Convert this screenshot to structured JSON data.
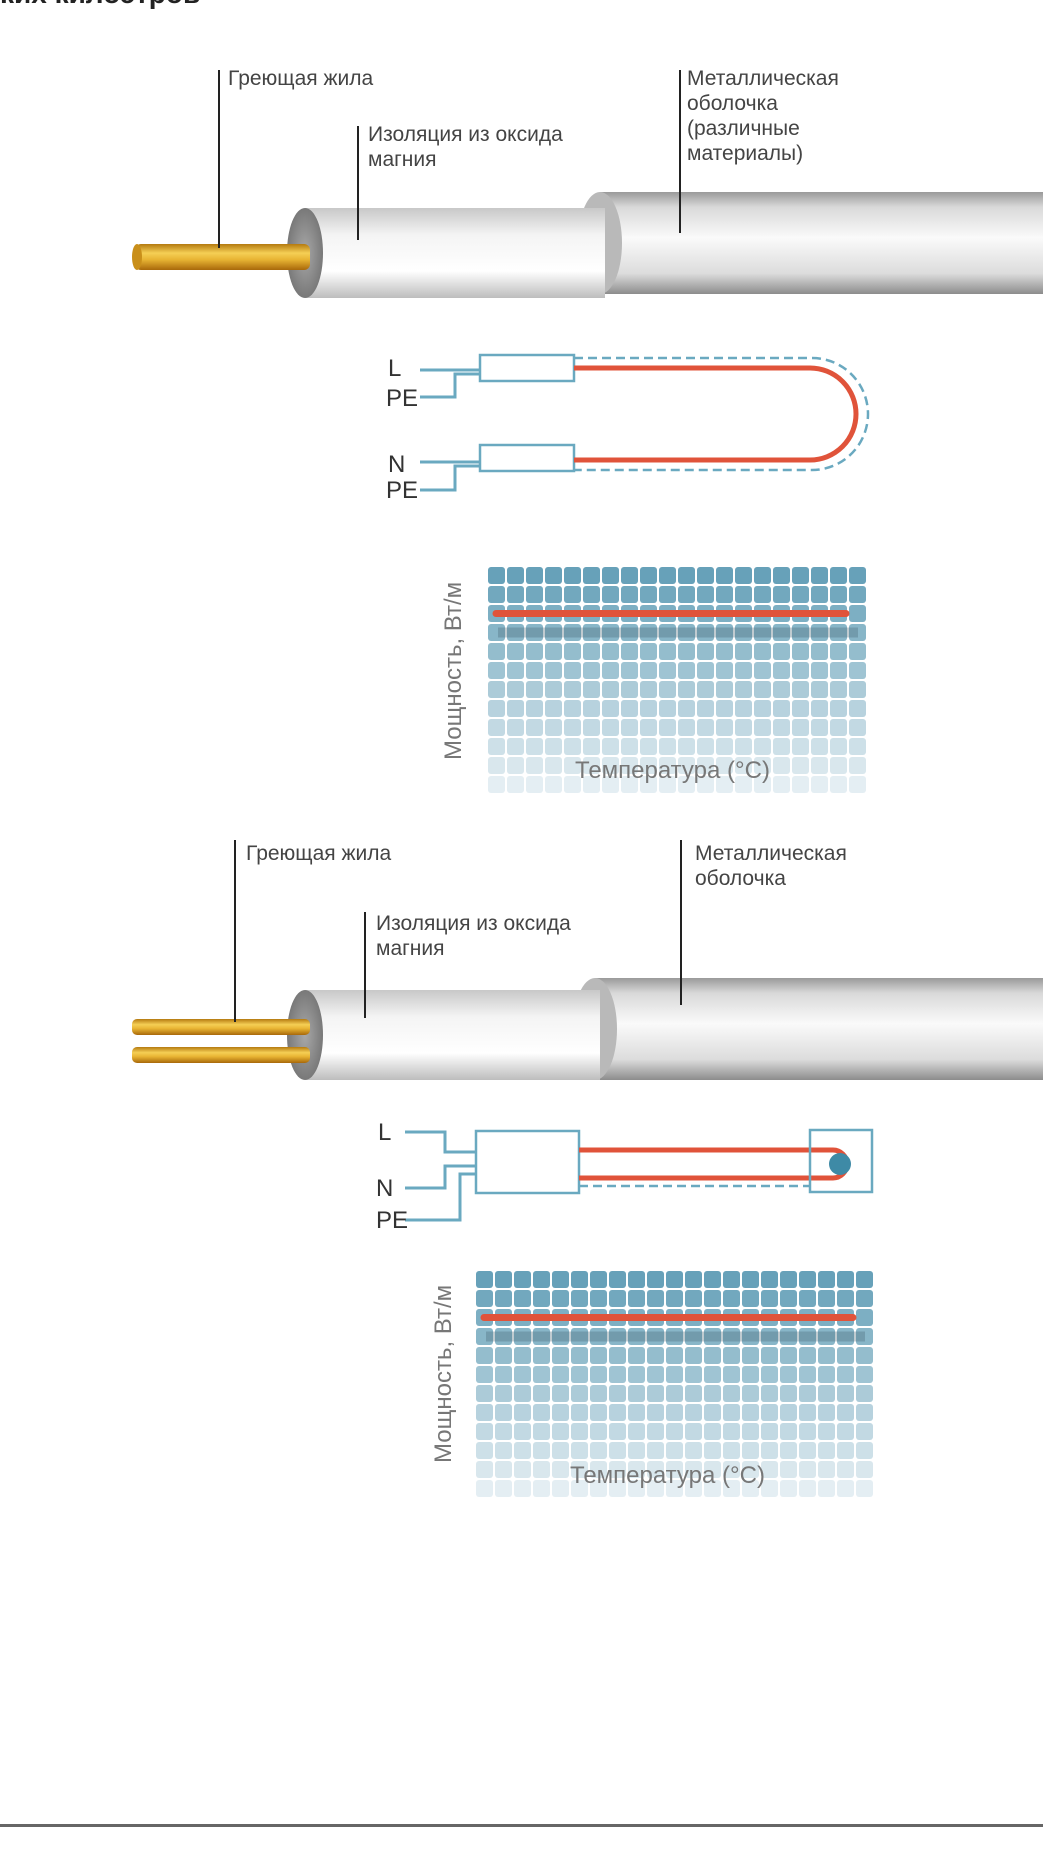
{
  "title": "ких килоэтров",
  "section1": {
    "labels": {
      "core": "Греющая жила",
      "insulation": "Изоляция из оксида\nмагния",
      "sheath": "Металлическая\nоболочка\n(различные\nматериалы)"
    },
    "wiring": {
      "l": "L",
      "pe1": "PE",
      "n": "N",
      "pe2": "PE"
    },
    "graph": {
      "ylabel": "Мощность, Вт/м",
      "xlabel": "Температура (°C)"
    }
  },
  "section2": {
    "labels": {
      "core": "Греющая жила",
      "insulation": "Изоляция из оксида\nмагния",
      "sheath": "Металлическая\nоболочка"
    },
    "wiring": {
      "l": "L",
      "n": "N",
      "pe": "PE"
    },
    "graph": {
      "ylabel": "Мощность, Вт/м",
      "xlabel": "Температура (°C)"
    }
  },
  "colors": {
    "wire": "#6aa9c0",
    "heat": "#e0533a",
    "grid": "#5f9cb5",
    "core": "#d9a52a"
  }
}
